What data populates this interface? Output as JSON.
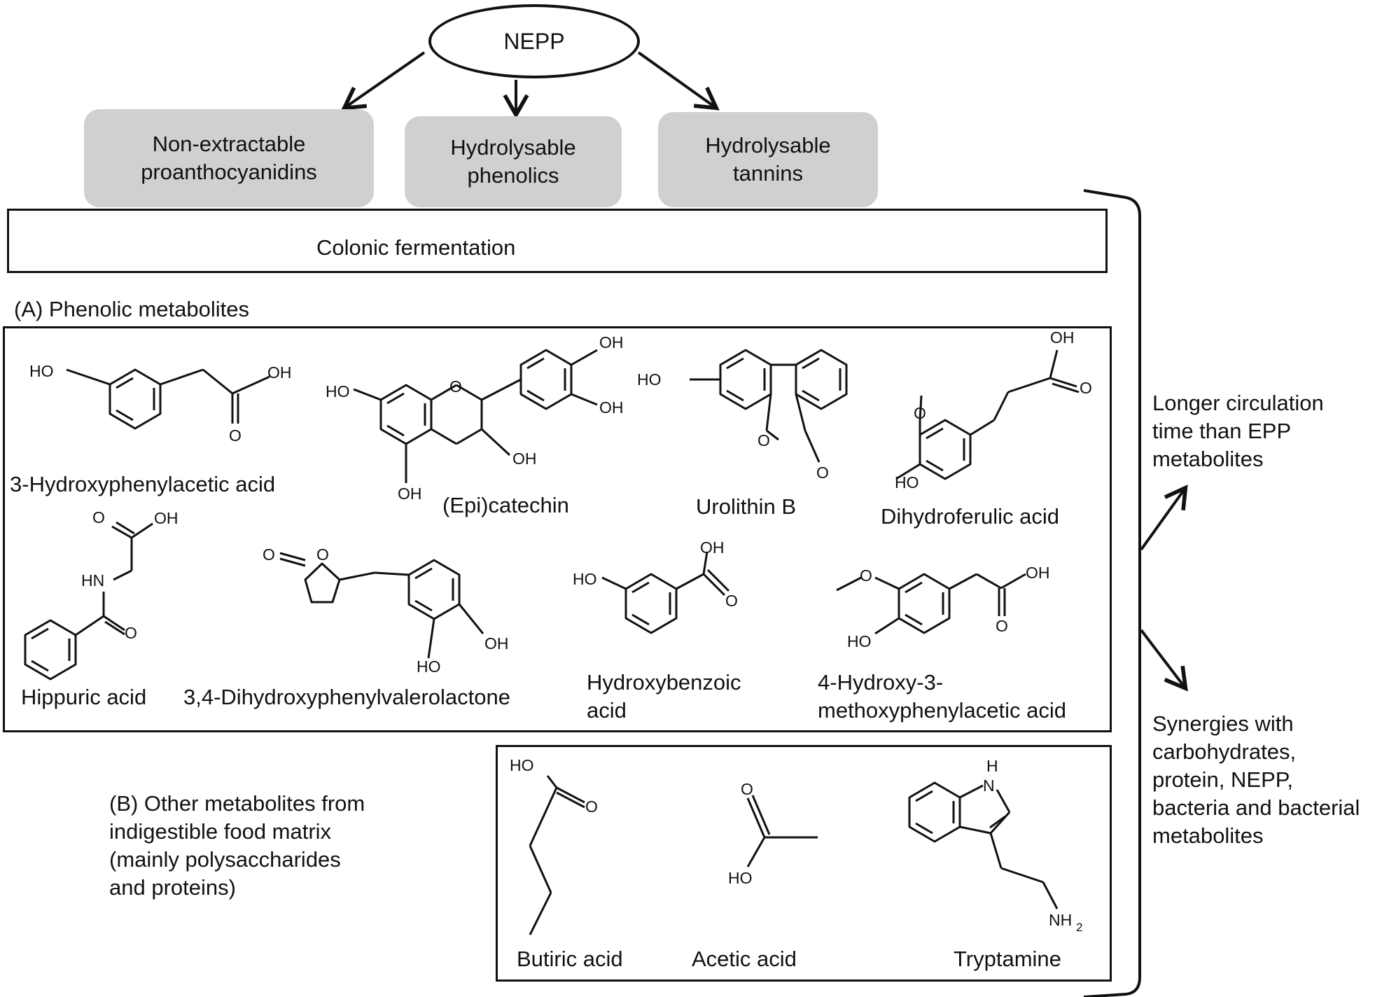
{
  "top": {
    "nepp": "NEPP",
    "categories": [
      "Non-extractable\nproanthocyanidins",
      "Hydrolysable\nphenolics",
      "Hydrolysable\ntannins"
    ]
  },
  "fermentation": "Colonic  fermentation",
  "phenolic": {
    "heading": "(A) Phenolic metabolites",
    "compounds": [
      "3-Hydroxyphenylacetic acid",
      "(Epi)catechin",
      "Urolithin B",
      "Dihydroferulic acid",
      "Hippuric acid",
      "3,4-Dihydroxyphenylvalerolactone",
      "Hydroxybenzoic\nacid",
      "4-Hydroxy-3-\nmethoxyphenylacetic acid"
    ]
  },
  "other": {
    "heading": "(B) Other metabolites from\nindigestible food matrix\n(mainly polysaccharides\nand proteins)",
    "compounds": [
      "Butiric acid",
      "Acetic acid",
      "Tryptamine"
    ]
  },
  "outcomes": [
    "Longer circulation\ntime than EPP\nmetabolites",
    "Synergies with\ncarbohydrates,\nprotein, NEPP,\nbacteria and bacterial\nmetabolites"
  ],
  "atoms": {
    "ho": "HO",
    "oh": "OH",
    "o": "O",
    "hn": "HN",
    "h": "H",
    "nh2": "NH",
    "nh2_sub": "2"
  }
}
